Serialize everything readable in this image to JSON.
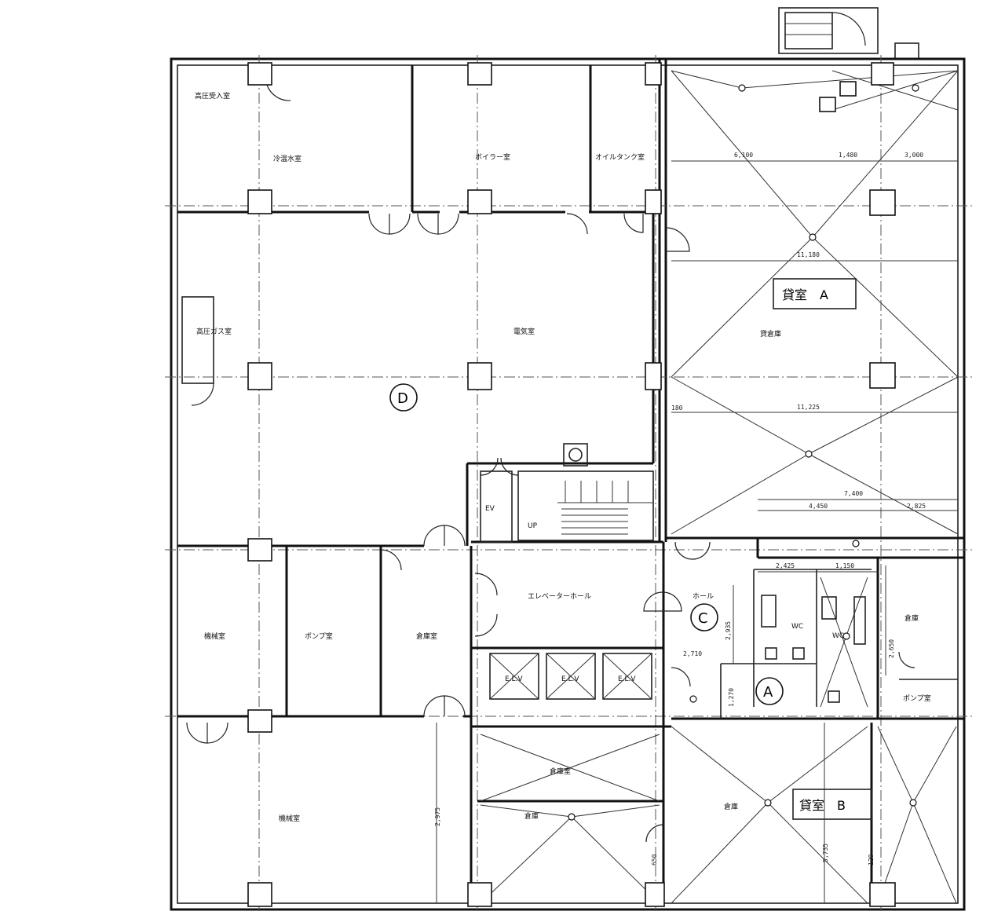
{
  "rooms": {
    "r_top_left_small": "高圧受入室",
    "r_cold_water": "冷温水室",
    "r_boiler": "ボイラー室",
    "r_oil_tank": "オイルタンク室",
    "r_gas": "高圧ガス室",
    "r_electric": "電気室",
    "r_machine_left": "機械室",
    "r_pump": "ポンプ室",
    "r_storage_mid": "倉庫室",
    "r_large_bottom_left": "機械室",
    "r_elevator_hall": "エレベーターホール",
    "r_hall": "ホール",
    "r_ev1": "E.L.V",
    "r_ev2": "E.L.V",
    "r_ev3": "E.L.V",
    "r_bottom_mid_top": "倉庫室",
    "r_bottom_mid": "倉庫",
    "r_bottom_right_room": "倉庫",
    "r_store_a_inner": "貸倉庫",
    "r_right_small": "倉庫",
    "r_pump_right": "ポンプ室",
    "r_wc1": "WC",
    "r_wc2": "WC",
    "r_shaft": "EV",
    "r_up": "UP"
  },
  "labels": {
    "store_a": "貸室　A",
    "store_b": "貸室　B"
  },
  "markers": {
    "d": "D",
    "c": "C",
    "a": "A"
  },
  "dimensions": {
    "d1": "6,100",
    "d2": "1,480",
    "d3": "3,000",
    "d4": "11,180",
    "d5": "11,225",
    "d6": "7,400",
    "d7": "4,450",
    "d8": "2,825",
    "d9": "2,425",
    "d10": "1,150",
    "d11": "2,935",
    "d12": "2,650",
    "d13": "1,270",
    "d14": "2,975",
    "d15": "2,710",
    "d16": "5,735",
    "d17": "650",
    "d18": "180",
    "d19": "120"
  }
}
